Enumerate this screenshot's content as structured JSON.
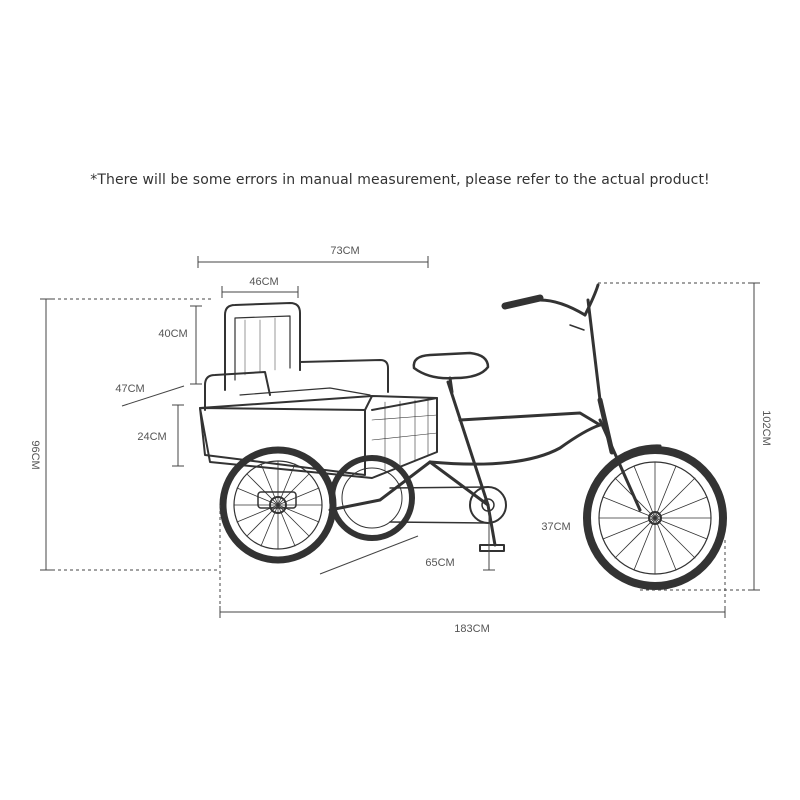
{
  "note": "*There will be some errors in manual measurement, please refer to the actual product!",
  "dimensions": {
    "overall_length": "183CM",
    "seat_total_width": "73CM",
    "backrest_width": "46CM",
    "backrest_height": "40CM",
    "seat_depth": "47CM",
    "basket_height": "24CM",
    "rear_height": "96CM",
    "front_height": "102CM",
    "wheel_track": "65CM",
    "pedal_height": "37CM"
  }
}
